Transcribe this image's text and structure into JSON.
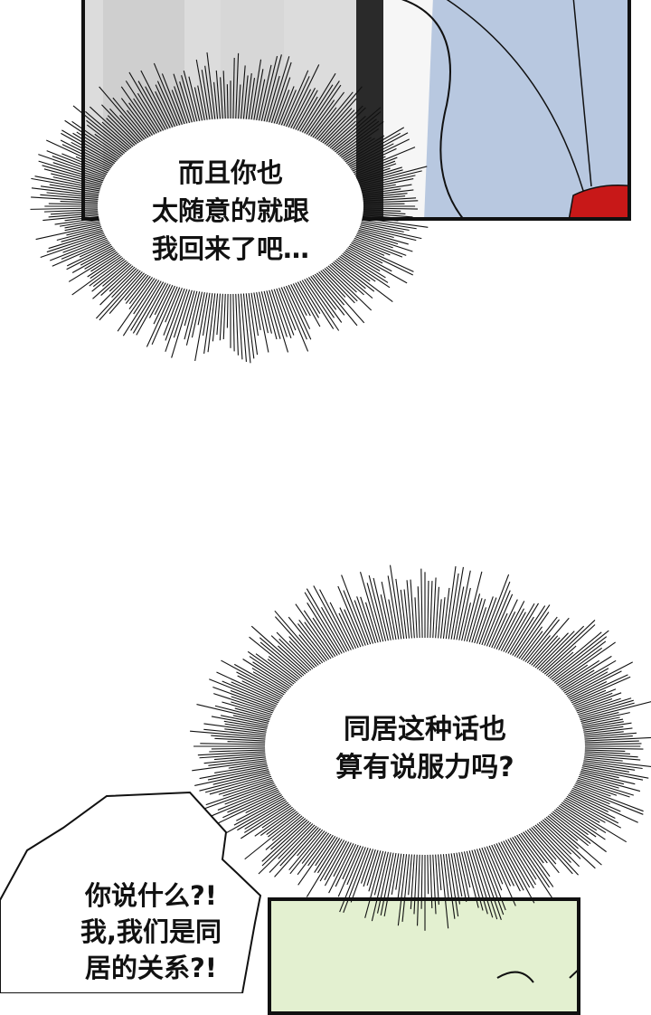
{
  "colors": {
    "ink": "#111111",
    "panel_top_left_bg": "#dcdcdc",
    "panel_top_right_bg": "#b8c8e0",
    "red_accent": "#c81818",
    "panel_bottom_bg": "#e3f0d0"
  },
  "bubbles": [
    {
      "style": "spiky-shout",
      "lines": [
        "而且你也",
        "太随意的就跟",
        "我回来了吧…"
      ]
    },
    {
      "style": "spiky-shout",
      "lines": [
        "同居这种话也",
        "算有说服力吗?"
      ]
    },
    {
      "style": "jagged",
      "lines": [
        "你说什么?!",
        "我,我们是同",
        "居的关系?!"
      ]
    }
  ]
}
